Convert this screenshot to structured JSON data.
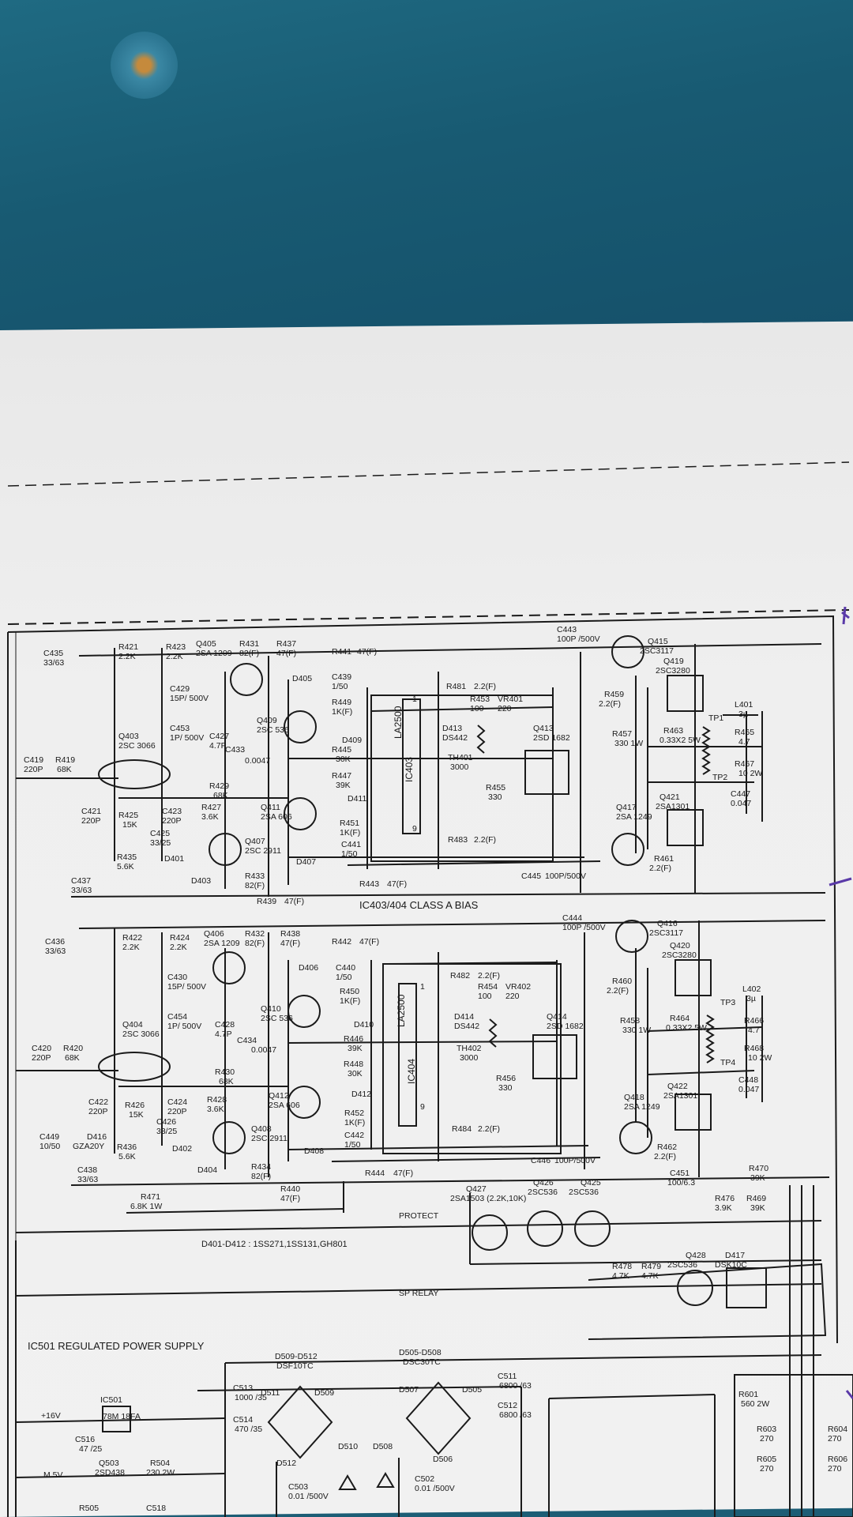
{
  "diagram": {
    "section_title": "IC403/404 CLASS A BIAS",
    "diode_note": "D401-D412 : 1SS271,1SS131,GH801",
    "protect_label": "PROTECT",
    "sp_relay_label": "SP RELAY",
    "power_supply_title": "IC501 REGULATED POWER SUPPLY",
    "ic_labels": [
      "IC403",
      "LA2500",
      "IC404",
      "LA2500"
    ],
    "left_channel": [
      {
        "ref": "C435",
        "val": "33/63"
      },
      {
        "ref": "R421",
        "val": "2.2K"
      },
      {
        "ref": "R423",
        "val": "2.2K"
      },
      {
        "ref": "Q405",
        "val": "2SA 1209"
      },
      {
        "ref": "R431",
        "val": "82(F)"
      },
      {
        "ref": "R437",
        "val": "47(F)"
      },
      {
        "ref": "R441",
        "val": "47(F)"
      },
      {
        "ref": "C443",
        "val": "100P /500V"
      },
      {
        "ref": "Q415",
        "val": "2SC3117"
      },
      {
        "ref": "Q419",
        "val": "2SC3280"
      },
      {
        "ref": "C429",
        "val": "15P/ 500V"
      },
      {
        "ref": "D405",
        "val": ""
      },
      {
        "ref": "C439",
        "val": "1/50"
      },
      {
        "ref": "R449",
        "val": "1K(F)"
      },
      {
        "ref": "R481",
        "val": "2.2(F)"
      },
      {
        "ref": "R453",
        "val": "100"
      },
      {
        "ref": "VR401",
        "val": "220"
      },
      {
        "ref": "R459",
        "val": "2.2(F)"
      },
      {
        "ref": "L401",
        "val": "3µ"
      },
      {
        "ref": "C453",
        "val": "1P/ 500V"
      },
      {
        "ref": "Q403",
        "val": "2SC 3066"
      },
      {
        "ref": "C427",
        "val": "4.7P"
      },
      {
        "ref": "Q409",
        "val": "2SC 536"
      },
      {
        "ref": "D409",
        "val": ""
      },
      {
        "ref": "D413",
        "val": "DS442"
      },
      {
        "ref": "TH401",
        "val": "3000"
      },
      {
        "ref": "Q413",
        "val": "2SD 1682"
      },
      {
        "ref": "R457",
        "val": "330 1W"
      },
      {
        "ref": "R463",
        "val": "0.33X2 5W"
      },
      {
        "ref": "R465",
        "val": "4.7"
      },
      {
        "ref": "C419",
        "val": "220P"
      },
      {
        "ref": "R419",
        "val": "68K"
      },
      {
        "ref": "C433",
        "val": "0.0047"
      },
      {
        "ref": "R445",
        "val": "30K"
      },
      {
        "ref": "R447",
        "val": "39K"
      },
      {
        "ref": "R455",
        "val": "330"
      },
      {
        "ref": "R467",
        "val": "10 2W"
      },
      {
        "ref": "C447",
        "val": "0.047"
      },
      {
        "ref": "R429",
        "val": "68K"
      },
      {
        "ref": "D411",
        "val": ""
      },
      {
        "ref": "C421",
        "val": "220P"
      },
      {
        "ref": "R425",
        "val": "15K"
      },
      {
        "ref": "C423",
        "val": "220P"
      },
      {
        "ref": "R427",
        "val": "3.6K"
      },
      {
        "ref": "Q411",
        "val": "2SA 606"
      },
      {
        "ref": "R451",
        "val": "1K(F)"
      },
      {
        "ref": "Q417",
        "val": "2SA 1249"
      },
      {
        "ref": "Q421",
        "val": "2SA1301"
      },
      {
        "ref": "C425",
        "val": "33/25"
      },
      {
        "ref": "Q407",
        "val": "2SC 2911"
      },
      {
        "ref": "C441",
        "val": "1/50"
      },
      {
        "ref": "R483",
        "val": "2.2(F)"
      },
      {
        "ref": "R435",
        "val": "5.6K"
      },
      {
        "ref": "D401",
        "val": ""
      },
      {
        "ref": "D407",
        "val": ""
      },
      {
        "ref": "R461",
        "val": "2.2(F)"
      },
      {
        "ref": "D403",
        "val": ""
      },
      {
        "ref": "R433",
        "val": "82(F)"
      },
      {
        "ref": "C445",
        "val": "100P/500V"
      },
      {
        "ref": "C437",
        "val": "33/63"
      },
      {
        "ref": "R443",
        "val": "47(F)"
      },
      {
        "ref": "R439",
        "val": "47(F)"
      }
    ],
    "right_channel": [
      {
        "ref": "C444",
        "val": "100P /500V"
      },
      {
        "ref": "Q416",
        "val": "2SC3117"
      },
      {
        "ref": "C436",
        "val": "33/63"
      },
      {
        "ref": "R422",
        "val": "2.2K"
      },
      {
        "ref": "R424",
        "val": "2.2K"
      },
      {
        "ref": "Q406",
        "val": "2SA 1209"
      },
      {
        "ref": "R432",
        "val": "82(F)"
      },
      {
        "ref": "R438",
        "val": "47(F)"
      },
      {
        "ref": "R442",
        "val": "47(F)"
      },
      {
        "ref": "Q420",
        "val": "2SC3280"
      },
      {
        "ref": "D406",
        "val": ""
      },
      {
        "ref": "C440",
        "val": "1/50"
      },
      {
        "ref": "R482",
        "val": "2.2(F)"
      },
      {
        "ref": "C430",
        "val": "15P/ 500V"
      },
      {
        "ref": "R450",
        "val": "1K(F)"
      },
      {
        "ref": "R454",
        "val": "100"
      },
      {
        "ref": "VR402",
        "val": "220"
      },
      {
        "ref": "R460",
        "val": "2.2(F)"
      },
      {
        "ref": "L402",
        "val": "3µ"
      },
      {
        "ref": "Q410",
        "val": "2SC 536"
      },
      {
        "ref": "D410",
        "val": ""
      },
      {
        "ref": "C454",
        "val": "1P/ 500V"
      },
      {
        "ref": "C428",
        "val": "4.7P"
      },
      {
        "ref": "D414",
        "val": "DS442"
      },
      {
        "ref": "Q414",
        "val": "2SD 1682"
      },
      {
        "ref": "R458",
        "val": "330 1W"
      },
      {
        "ref": "R464",
        "val": "0.33X2 5W"
      },
      {
        "ref": "R466",
        "val": "4.7"
      },
      {
        "ref": "Q404",
        "val": "2SC 3066"
      },
      {
        "ref": "C434",
        "val": "0.0047"
      },
      {
        "ref": "R446",
        "val": "39K"
      },
      {
        "ref": "TH402",
        "val": "3000"
      },
      {
        "ref": "R468",
        "val": "10 2W"
      },
      {
        "ref": "C420",
        "val": "220P"
      },
      {
        "ref": "R420",
        "val": "68K"
      },
      {
        "ref": "R430",
        "val": "68K"
      },
      {
        "ref": "R448",
        "val": "30K"
      },
      {
        "ref": "R456",
        "val": "330"
      },
      {
        "ref": "C448",
        "val": "0.047"
      },
      {
        "ref": "D412",
        "val": ""
      },
      {
        "ref": "Q418",
        "val": "2SA 1249"
      },
      {
        "ref": "Q422",
        "val": "2SA1301"
      },
      {
        "ref": "C422",
        "val": "220P"
      },
      {
        "ref": "R426",
        "val": "15K"
      },
      {
        "ref": "C424",
        "val": "220P"
      },
      {
        "ref": "R428",
        "val": "3.6K"
      },
      {
        "ref": "Q412",
        "val": "2SA 606"
      },
      {
        "ref": "R452",
        "val": "1K(F)"
      },
      {
        "ref": "C426",
        "val": "33/25"
      },
      {
        "ref": "Q408",
        "val": "2SC 2911"
      },
      {
        "ref": "C442",
        "val": "1/50"
      },
      {
        "ref": "R484",
        "val": "2.2(F)"
      },
      {
        "ref": "C449",
        "val": "10/50"
      },
      {
        "ref": "D416",
        "val": "GZA20Y"
      },
      {
        "ref": "R436",
        "val": "5.6K"
      },
      {
        "ref": "D402",
        "val": ""
      },
      {
        "ref": "D404",
        "val": ""
      },
      {
        "ref": "D408",
        "val": ""
      },
      {
        "ref": "R462",
        "val": "2.2(F)"
      },
      {
        "ref": "C438",
        "val": "33/63"
      },
      {
        "ref": "R434",
        "val": "82(F)"
      },
      {
        "ref": "R444",
        "val": "47(F)"
      },
      {
        "ref": "C446",
        "val": "100P/500V"
      },
      {
        "ref": "R471",
        "val": "6.8K 1W"
      },
      {
        "ref": "R440",
        "val": "47(F)"
      }
    ],
    "protection": [
      {
        "ref": "Q427",
        "val": "2SA1503 (2.2K,10K)"
      },
      {
        "ref": "Q426",
        "val": "2SC536"
      },
      {
        "ref": "Q425",
        "val": "2SC536"
      },
      {
        "ref": "C451",
        "val": "100/6.3"
      },
      {
        "ref": "R470",
        "val": "39K"
      },
      {
        "ref": "R476",
        "val": "3.9K"
      },
      {
        "ref": "R469",
        "val": "39K"
      },
      {
        "ref": "R478",
        "val": "4.7K"
      },
      {
        "ref": "R479",
        "val": "4.7K"
      },
      {
        "ref": "Q428",
        "val": "2SC536"
      },
      {
        "ref": "D417",
        "val": "DSK10C"
      }
    ],
    "test_points": [
      "TP1",
      "TP2",
      "TP3",
      "TP4"
    ],
    "power_supply": [
      {
        "ref": "D509-D512",
        "val": "DSF10TC"
      },
      {
        "ref": "D505-D508",
        "val": "DSC30TC"
      },
      {
        "ref": "C513",
        "val": "1000 /35"
      },
      {
        "ref": "C514",
        "val": "470 /35"
      },
      {
        "ref": "C511",
        "val": "6800 /63"
      },
      {
        "ref": "C512",
        "val": "6800 /63"
      },
      {
        "ref": "IC501",
        "val": "78M 18FA"
      },
      {
        "ref": "C516",
        "val": "47 /25"
      },
      {
        "ref": "Q503",
        "val": "2SD438"
      },
      {
        "ref": "R504",
        "val": "230 2W"
      },
      {
        "ref": "C503",
        "val": "0.01 /500V"
      },
      {
        "ref": "C502",
        "val": "0.01 /500V"
      },
      {
        "ref": "R601",
        "val": "560 2W"
      },
      {
        "ref": "R603",
        "val": "270"
      },
      {
        "ref": "R605",
        "val": "270"
      },
      {
        "ref": "R604",
        "val": "270"
      },
      {
        "ref": "R606",
        "val": "270"
      },
      {
        "ref": "R505",
        "val": ""
      },
      {
        "ref": "C518",
        "val": ""
      }
    ],
    "supply_rails": [
      "+16V",
      "M.5V"
    ],
    "diode_refs": [
      "D509",
      "D510",
      "D511",
      "D512",
      "D505",
      "D506",
      "D507",
      "D508"
    ],
    "misc_marks": [
      "1",
      "9",
      "1",
      "9"
    ]
  }
}
